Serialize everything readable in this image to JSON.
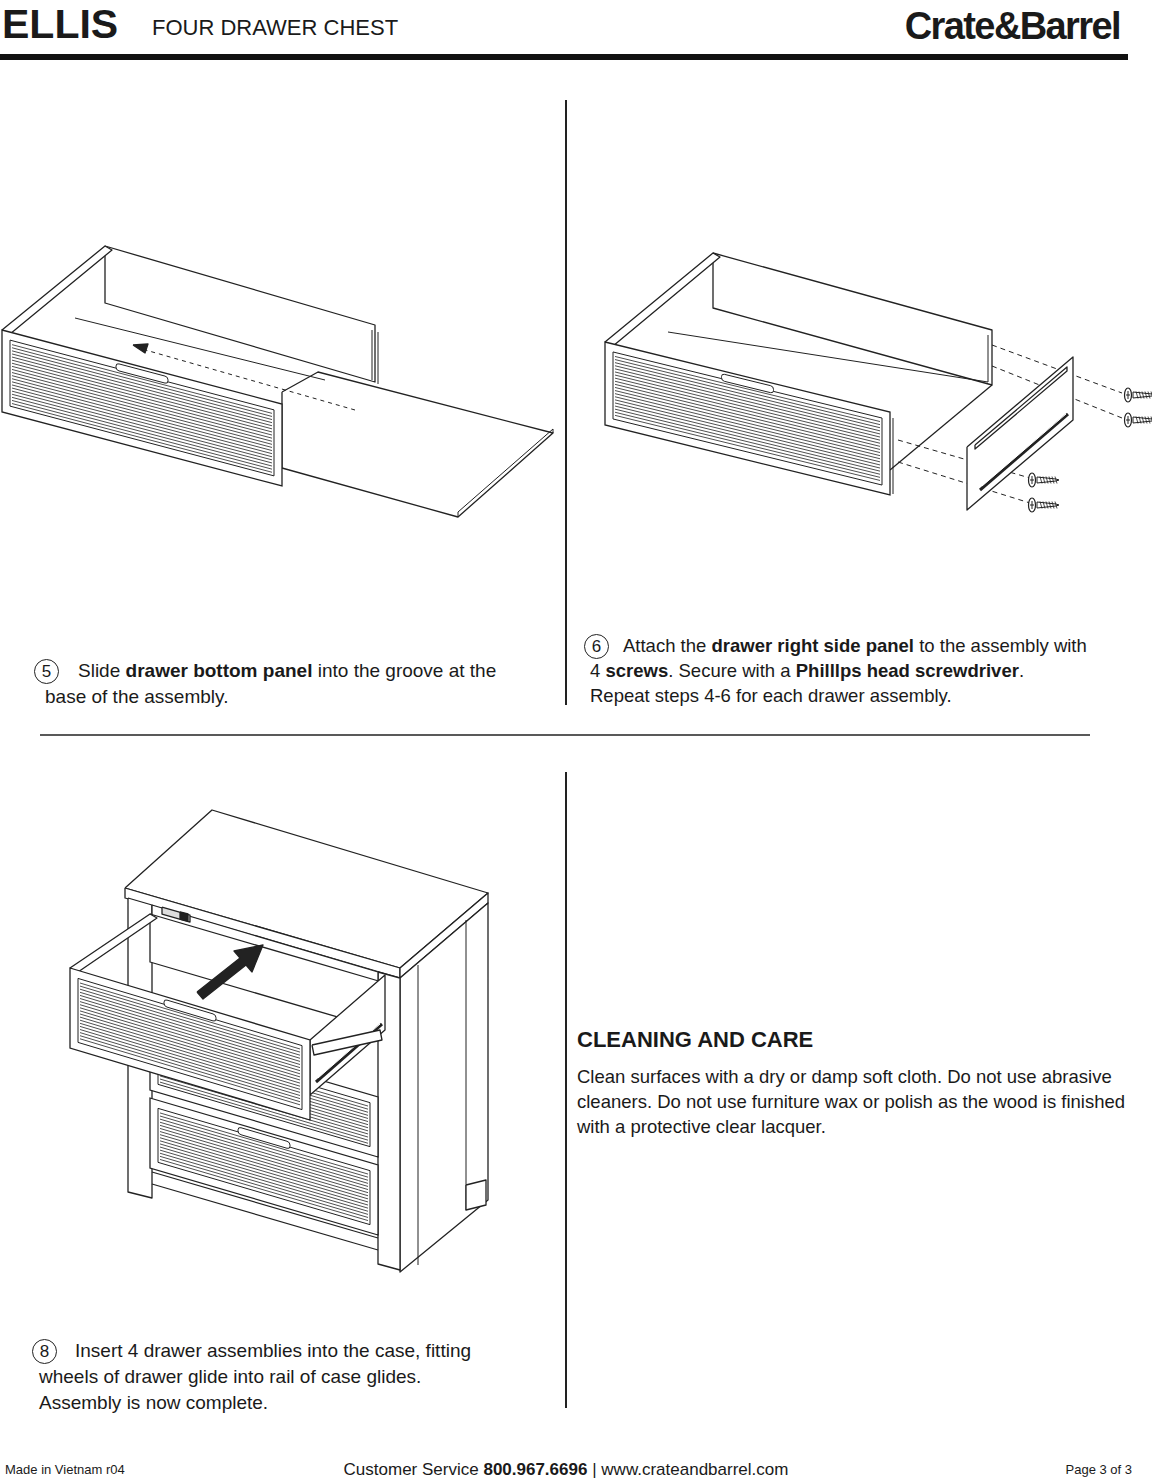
{
  "diagram": {
    "title": "ELLIS",
    "nodes": [
      {
        "text": [
          "5"
        ]
      },
      {
        "text": [
          "6"
        ]
      },
      {
        "text": [
          "8"
        ]
      }
    ],
    "labels": [
      "FOUR DRAWER CHEST",
      "Crate&Barrel",
      "Slide",
      "drawer bottom panel",
      "into the groove at the base of the assembly.",
      "Attach the",
      "drawer right side panel",
      "to the assembly with 4",
      "screws",
      ". Secure with a",
      "Philllps head screwdriver",
      ".",
      "Repeat steps 4-6 for each drawer assembly.",
      "Insert 4 drawer assemblies into the case, fitting wheels of drawer glide into rail of case glides.",
      "Assembly is now complete.",
      "CLEANING AND CARE",
      "Clean surfaces with a dry or damp soft cloth.  Do not use abrasive cleaners.  Do not use furniture wax or polish as the wood is finished with a protective clear lacquer.",
      "Made in Vietnam r04",
      "Customer Service",
      "800.967.6696",
      "|",
      "www.crateandbarrel.com",
      "Page 3 of 3"
    ]
  }
}
